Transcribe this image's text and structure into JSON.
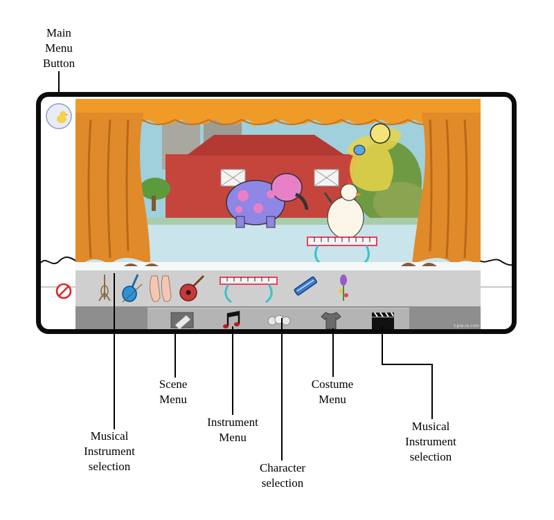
{
  "callouts": {
    "main_menu": "Main\nMenu\nButton",
    "scene_menu": "Scene\nMenu",
    "instrument_menu": "Instrument\nMenu",
    "character_selection": "Character\nselection",
    "costume_menu": "Costume\nMenu",
    "instrument_selection_left": "Musical\nInstrument\nselection",
    "instrument_selection_right": "Musical\nInstrument\nselection"
  },
  "stage": {
    "watermark": "t.pre.ro.com"
  },
  "tray": {
    "instruments": [
      "cello-icon",
      "violin-icon",
      "ballet-shoes-icon",
      "guitar-icon",
      "keyboard-icon",
      "harmonica-icon",
      "maracas-icon"
    ]
  },
  "menu_bar": {
    "buttons": [
      "scene-menu-icon",
      "instrument-menu-icon",
      "character-menu-icon",
      "costume-menu-icon",
      "clapperboard-icon"
    ]
  },
  "colors": {
    "frame": "#0b0b0b",
    "curtain": "#e08a2a",
    "valance": "#f09a28",
    "barn": "#c7443c",
    "elephant": "#8f86e6",
    "elephant_spots": "#e880c8",
    "menu_bar": "#b4b4b4",
    "no_sign": "#e02424"
  }
}
